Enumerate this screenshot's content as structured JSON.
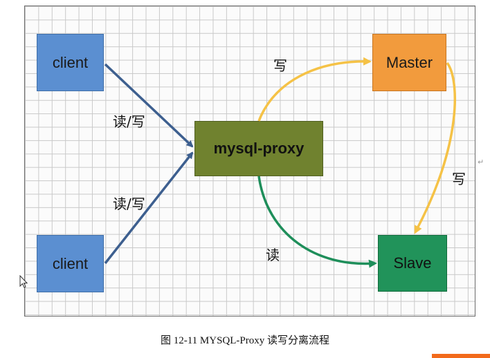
{
  "nodes": {
    "client_top": "client",
    "client_bottom": "client",
    "proxy": "mysql-proxy",
    "master": "Master",
    "slave": "Slave"
  },
  "edges": {
    "client_top_to_proxy": "读/写",
    "client_bottom_to_proxy": "读/写",
    "proxy_to_master": "写",
    "master_to_slave": "写",
    "proxy_to_slave": "读"
  },
  "caption": "图 12-11 MYSQL-Proxy 读写分离流程",
  "colors": {
    "client": "#5b8fd1",
    "proxy": "#70822f",
    "master": "#f29b3d",
    "slave": "#21935a",
    "read_write_arrow": "#3d5f8f",
    "write_arrow": "#f5c246",
    "read_arrow": "#1e8e5a"
  }
}
